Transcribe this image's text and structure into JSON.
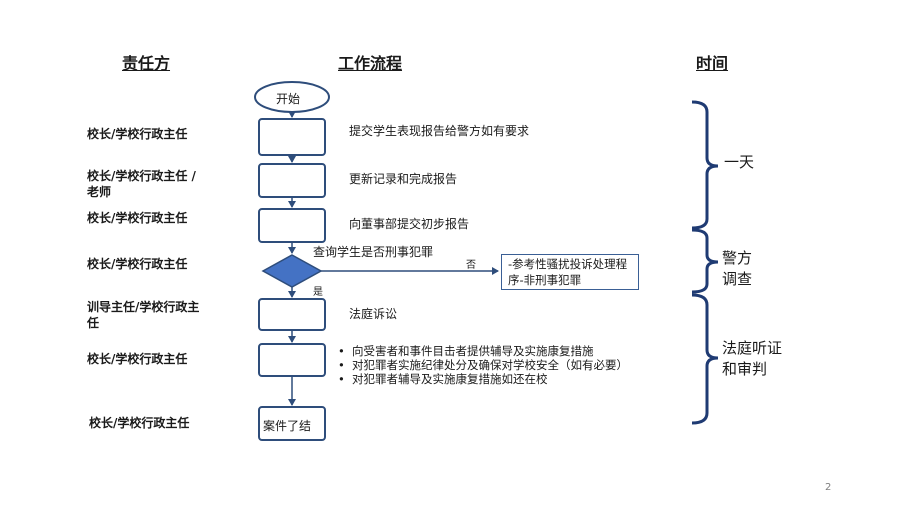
{
  "headers": {
    "responsible": "责任方",
    "workflow": "工作流程",
    "time": "时间"
  },
  "start_label": "开始",
  "end_label": "案件了结",
  "responsible": [
    "校长/学校行政主任",
    "校长/学校行政主任 / 老师",
    "校长/学校行政主任",
    "校长/学校行政主任",
    "训导主任/学校行政主任",
    "校长/学校行政主任",
    "校长/学校行政主任"
  ],
  "steps": [
    "提交学生表现报告给警方如有要求",
    "更新记录和完成报告",
    "向董事部提交初步报告",
    "查询学生是否刑事犯罪",
    "法庭诉讼"
  ],
  "decision": {
    "no_label": "否",
    "yes_label": "是"
  },
  "reference_box": "-参考性骚扰投诉处理程序-非刑事犯罪",
  "bullets": [
    "向受害者和事件目击者提供辅导及实施康复措施",
    "对犯罪者实施纪律处分及确保对学校安全（如有必要）",
    "对犯罪者辅导及实施康复措施如还在校"
  ],
  "time_labels": {
    "one_day": "一天",
    "police": "警方调查",
    "court": "法庭听证和审判"
  },
  "page_number": "2",
  "colors": {
    "shape_stroke": "#2e4d7b",
    "diamond_fill": "#4472c4",
    "bracket": "#1f3b73"
  }
}
